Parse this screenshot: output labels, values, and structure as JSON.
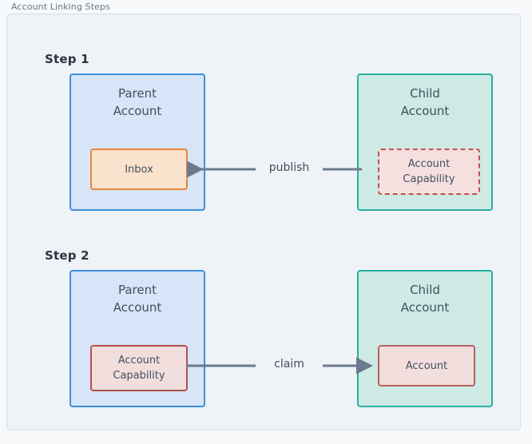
{
  "frame": {
    "title": "Account Linking Steps"
  },
  "steps": [
    {
      "label": "Step 1",
      "parent": {
        "title": "Parent\nAccount",
        "inner": {
          "label": "Inbox"
        }
      },
      "child": {
        "title": "Child\nAccount",
        "inner": {
          "label": "Account\nCapability"
        }
      },
      "arrow": {
        "label": "publish",
        "direction": "left"
      }
    },
    {
      "label": "Step 2",
      "parent": {
        "title": "Parent\nAccount",
        "inner": {
          "label": "Account\nCapability"
        }
      },
      "child": {
        "title": "Child\nAccount",
        "inner": {
          "label": "Account"
        }
      },
      "arrow": {
        "label": "claim",
        "direction": "right"
      }
    }
  ],
  "colors": {
    "canvas": "#f7f9fa",
    "frame_bg": "#eff2f6",
    "frame_border": "#d7dde5",
    "parent_fill": "#d6e5f7",
    "parent_border": "#3d8fdd",
    "child_fill": "#cdeae5",
    "child_border": "#27b0a0",
    "inbox_fill": "#fae2cd",
    "inbox_border": "#e8863a",
    "capability_fill": "#f6dfdf",
    "capability_border": "#c0504d",
    "arrow": "#6b7a8c",
    "text": "#41505f",
    "heading": "#2b3440"
  }
}
